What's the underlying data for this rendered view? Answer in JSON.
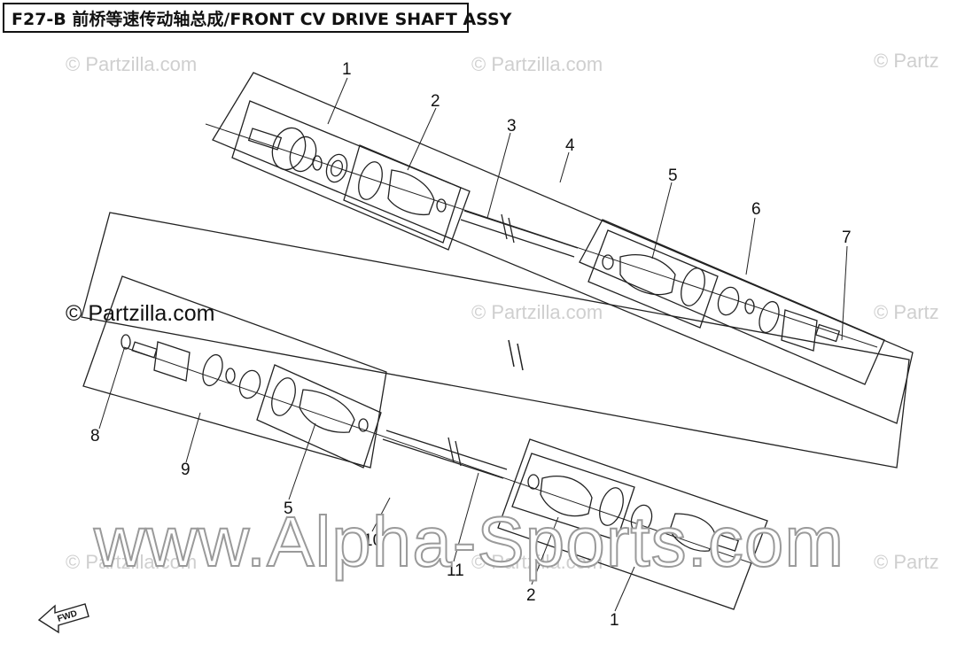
{
  "title": "F27-B 前桥等速传动轴总成/FRONT CV DRIVE SHAFT ASSY",
  "watermarks": {
    "small": "© Partzilla.com",
    "dark": "© Partzilla.com",
    "partial": "© Partz",
    "big": "www.Alpha-Sports.com"
  },
  "callouts": {
    "c1_top": "1",
    "c2_top": "2",
    "c3": "3",
    "c4": "4",
    "c5_top": "5",
    "c6": "6",
    "c7": "7",
    "c8": "8",
    "c9": "9",
    "c5_bottom": "5",
    "c10": "10",
    "c11": "11",
    "c2_bottom": "2",
    "c1_bottom": "1"
  },
  "fwd_label": "FWD"
}
